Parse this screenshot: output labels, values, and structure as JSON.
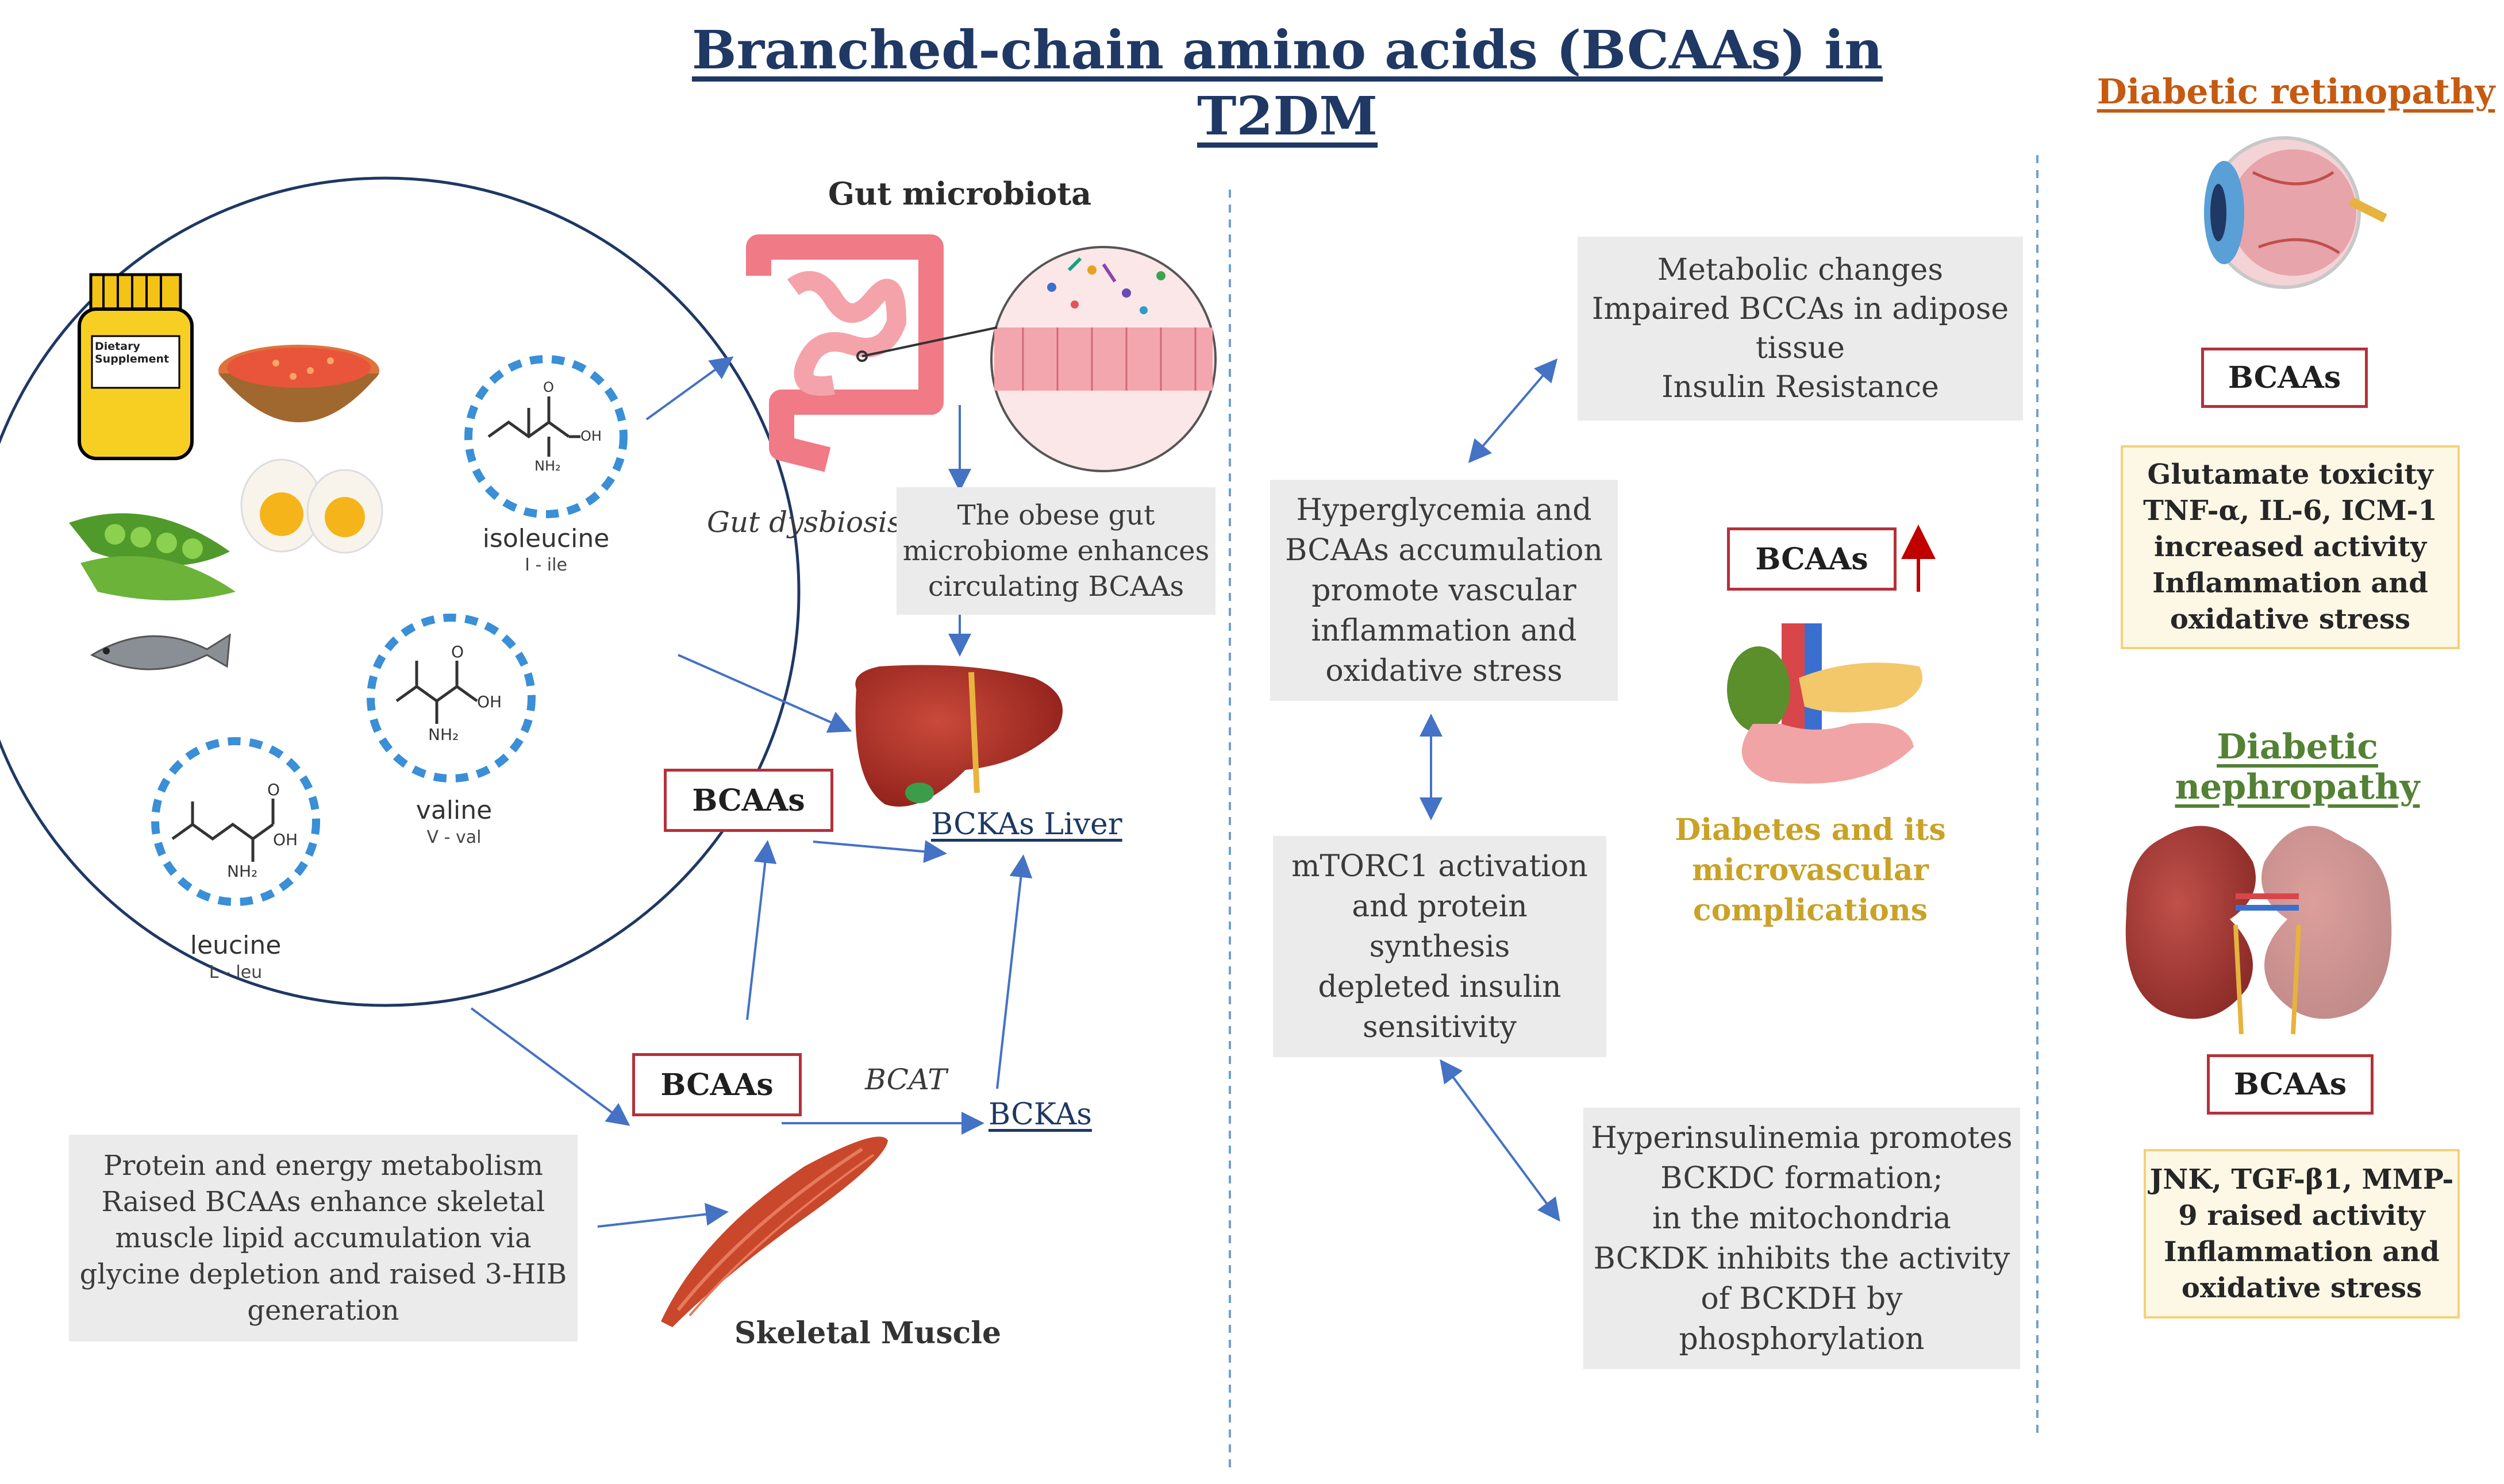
{
  "title": "Branched-chain amino acids (BCAAs) in\nT2DM",
  "sources": {
    "dietary_supplement_label": "Dietary\nSupplement",
    "molecules": [
      {
        "name": "isoleucine",
        "abbr": "I - ile"
      },
      {
        "name": "valine",
        "abbr": "V - val"
      },
      {
        "name": "leucine",
        "abbr": "L - leu"
      }
    ],
    "oh_label": "OH",
    "nh2_label": "NH₂",
    "o_label": "O"
  },
  "gut": {
    "heading": "Gut microbiota",
    "dysbiosis_label": "Gut dysbiosis",
    "obese_microbiome_text": "The obese gut\nmicrobiome enhances\ncirculating BCAAs"
  },
  "liver": {
    "bcaas_label": "BCAAs",
    "bckas_liver_label": "BCKAs Liver"
  },
  "muscle": {
    "bcaas_label": "BCAAs",
    "bcat_label": "BCAT",
    "bckas_label": "BCKAs",
    "heading": "Skeletal Muscle",
    "metabolism_text": "Protein and energy metabolism\nRaised BCAAs enhance skeletal\nmuscle lipid accumulation via\nglycine depletion and raised 3-HIB\ngeneration"
  },
  "middle": {
    "metabolic_changes_text": "Metabolic changes\nImpaired BCCAs in adipose\ntissue\nInsulin Resistance",
    "hyperglycemia_text": "Hyperglycemia and\nBCAAs accumulation\npromote vascular\ninflammation and\noxidative stress",
    "mtorc1_text": "mTORC1 activation\nand protein\nsynthesis\ndepleted insulin\nsensitivity",
    "hyperinsulinemia_text": "Hyperinsulinemia promotes\nBCKDC formation;\nin the mitochondria\nBCKDK inhibits the activity\nof BCKDH by\nphosphorylation",
    "bcaas_label": "BCAAs",
    "diabetes_label": "Diabetes and its\nmicrovascular\ncomplications"
  },
  "retinopathy": {
    "heading": "Diabetic retinopathy",
    "bcaas_label": "BCAAs",
    "effects_text": "Glutamate toxicity\nTNF-α, IL-6, ICM-1\nincreased activity\nInflammation and\noxidative stress"
  },
  "nephropathy": {
    "heading": "Diabetic nephropathy",
    "bcaas_label": "BCAAs",
    "effects_text": "JNK, TGF-β1, MMP-\n9 raised activity\nInflammation and\noxidative stress"
  },
  "colors": {
    "title_navy": "#1f3864",
    "arrow_blue": "#4472c4",
    "red_box": "#b5313a",
    "retinopathy_orange": "#c55a11",
    "nephropathy_green": "#538135",
    "diabetes_gold": "#c9a227"
  }
}
